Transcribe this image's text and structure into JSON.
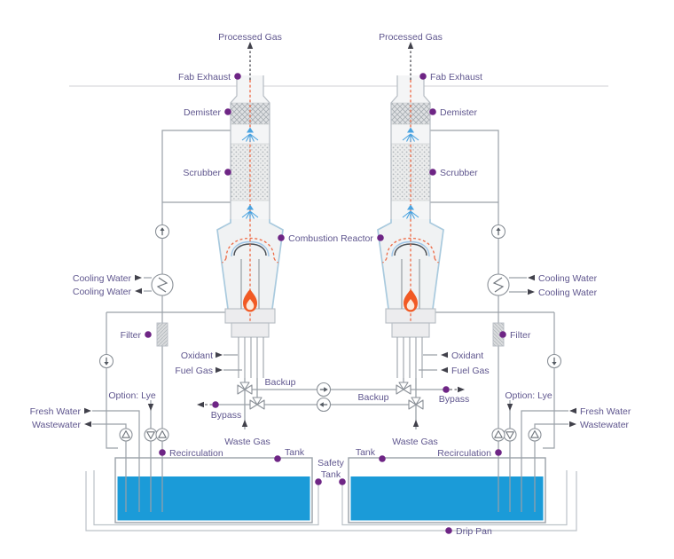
{
  "diagram": {
    "type": "process-flow-diagram",
    "description_visible_elements": "two mirrored combustion scrubber towers with tanks"
  },
  "labels": {
    "processed_gas": "Processed Gas",
    "fab_exhaust": "Fab Exhaust",
    "demister": "Demister",
    "scrubber": "Scrubber",
    "combustion_reactor": "Combustion Reactor",
    "cooling_water": "Cooling Water",
    "filter": "Filter",
    "oxidant": "Oxidant",
    "fuel_gas": "Fuel Gas",
    "backup": "Backup",
    "bypass": "Bypass",
    "waste_gas": "Waste Gas",
    "option_lye": "Option: Lye",
    "fresh_water": "Fresh Water",
    "wastewater": "Wastewater",
    "recirculation": "Recirculation",
    "tank": "Tank",
    "safety_tank_line1": "Safety",
    "safety_tank_line2": "Tank",
    "drip_pan": "Drip Pan"
  },
  "colors": {
    "label_text": "#5f568e",
    "marker_dot": "#6e2585",
    "pipe_gray": "#9aa1a8",
    "vessel_outline": "#b6bcc3",
    "reactor_outline": "#a9cade",
    "hot_gas_dash_orange": "#ee6a45",
    "flame_orange": "#f15a24",
    "spray_blue": "#4aa3e0",
    "tank_water_blue": "#1b9bd8",
    "arrow_dark": "#41414b"
  },
  "icons": [
    "spray-nozzle-icon",
    "flame-icon",
    "heat-exchanger-icon",
    "pump-icon",
    "three-way-valve-icon",
    "fan-icon",
    "marker-dot",
    "flow-arrow-icon",
    "filter-icon"
  ]
}
